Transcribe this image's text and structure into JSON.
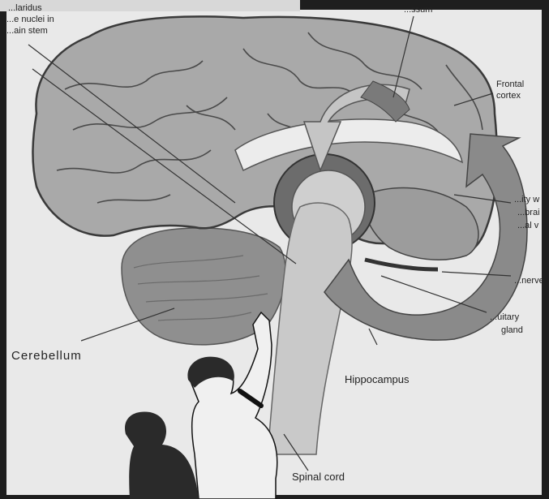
{
  "labels": {
    "brainstem_line1": "...laridus",
    "brainstem_line2": "...e nuclei in",
    "brainstem_line3": "...ain stem",
    "top_partial": "...ssum",
    "frontal_cortex_line1": "Frontal",
    "frontal_cortex_line2": "cortex",
    "right_partial_1": "...ity w",
    "right_partial_2": "...brai",
    "right_partial_3": "...al v",
    "nerve": "...nerve",
    "pituitary_line1": "...uitary",
    "pituitary_line2": "gland",
    "cerebellum": "Cerebellum",
    "hippocampus": "Hippocampus",
    "spinal_cord": "Spinal cord"
  },
  "colors": {
    "screen": "#e9e9e9",
    "cortex": "#a9a9a9",
    "cortex_dark": "#5a5a5a",
    "cerebellum": "#8f8f8f",
    "stem": "#c9c9c9",
    "arrow": "#8a8a8a",
    "arrow_light": "#c5c5c5",
    "frame": "#1e1e1e",
    "person": "#f0f0f0",
    "shadow": "#2a2a2a"
  }
}
